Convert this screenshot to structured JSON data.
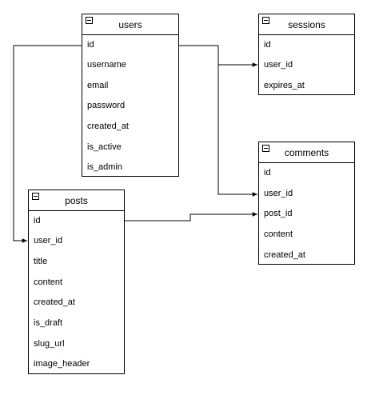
{
  "diagram": {
    "colors": {
      "stroke": "#000000",
      "background": "#ffffff"
    },
    "entities": {
      "users": {
        "title": "users",
        "fields": [
          "id",
          "username",
          "email",
          "password",
          "created_at",
          "is_active",
          "is_admin"
        ]
      },
      "sessions": {
        "title": "sessions",
        "fields": [
          "id",
          "user_id",
          "expires_at"
        ]
      },
      "comments": {
        "title": "comments",
        "fields": [
          "id",
          "user_id",
          "post_id",
          "content",
          "created_at"
        ]
      },
      "posts": {
        "title": "posts",
        "fields": [
          "id",
          "user_id",
          "title",
          "content",
          "created_at",
          "is_draft",
          "slug_url",
          "image_header"
        ]
      }
    },
    "relationships": [
      {
        "from": "users.id",
        "to": "sessions.user_id"
      },
      {
        "from": "users.id",
        "to": "comments.user_id"
      },
      {
        "from": "users.id",
        "to": "posts.user_id"
      },
      {
        "from": "posts.id",
        "to": "comments.post_id"
      }
    ]
  }
}
